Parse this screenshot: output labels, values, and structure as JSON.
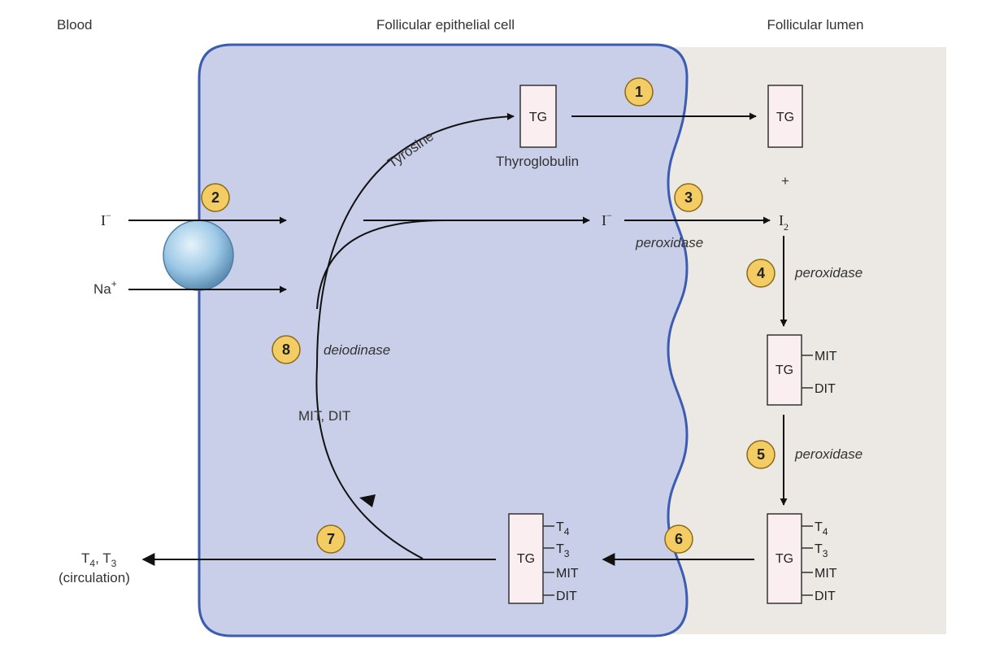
{
  "headers": {
    "blood": "Blood",
    "cell": "Follicular epithelial cell",
    "lumen": "Follicular lumen"
  },
  "steps": [
    "1",
    "2",
    "3",
    "4",
    "5",
    "6",
    "7",
    "8"
  ],
  "blood_side": {
    "iodide": "I",
    "iodide_charge": "−",
    "sodium": "Na",
    "sodium_charge": "+",
    "output_t4": "T",
    "output_t4_sub": "4",
    "output_t3": "T",
    "output_t3_sub": "3",
    "output_note": "(circulation)"
  },
  "cell": {
    "tg_box": "TG",
    "tg_caption": "Thyroglobulin",
    "tyrosine": "Tyrosine",
    "iodide": "I",
    "iodide_charge": "−",
    "peroxidase": "peroxidase",
    "deiodinase": "deiodinase",
    "mit_dit": "MIT, DIT",
    "bottom_box": "TG",
    "bottom_tags": [
      {
        "main": "T",
        "sub": "4"
      },
      {
        "main": "T",
        "sub": "3"
      },
      {
        "main": "MIT",
        "sub": ""
      },
      {
        "main": "DIT",
        "sub": ""
      }
    ]
  },
  "lumen": {
    "tg_box": "TG",
    "plus": "+",
    "iodine": "I",
    "iodine_sub": "2",
    "peroxidase_4": "peroxidase",
    "peroxidase_5": "peroxidase",
    "mid_box": "TG",
    "mid_tags": [
      {
        "main": "MIT",
        "sub": ""
      },
      {
        "main": "DIT",
        "sub": ""
      }
    ],
    "bottom_box": "TG",
    "bottom_tags": [
      {
        "main": "T",
        "sub": "4"
      },
      {
        "main": "T",
        "sub": "3"
      },
      {
        "main": "MIT",
        "sub": ""
      },
      {
        "main": "DIT",
        "sub": ""
      }
    ]
  },
  "colors": {
    "cell_fill": "#c9cfe8",
    "cell_stroke": "#3b5cb0",
    "lumen_fill": "#ece8e4",
    "badge_fill": "#f3cd63",
    "badge_stroke": "#8b6a17",
    "box_fill": "#fbeef1",
    "transporter": "#9cc8e6"
  }
}
